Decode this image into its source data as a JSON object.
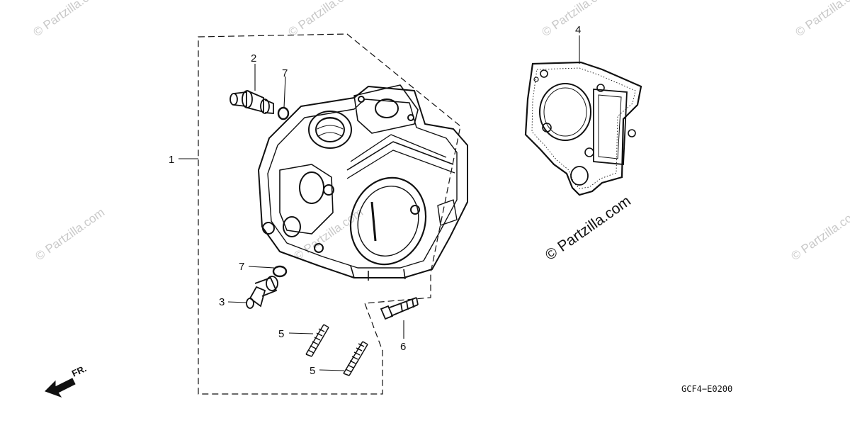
{
  "diagram": {
    "callouts": {
      "c1": "1",
      "c2": "2",
      "c3": "3",
      "c4": "4",
      "c5a": "5",
      "c5b": "5",
      "c6": "6",
      "c7a": "7",
      "c7b": "7"
    },
    "diagram_code": "GCF4−E0200",
    "direction_label": "FR.",
    "watermark": "© Partzilla.com",
    "colors": {
      "line": "#111111",
      "watermark": "#c9c9c9"
    }
  }
}
